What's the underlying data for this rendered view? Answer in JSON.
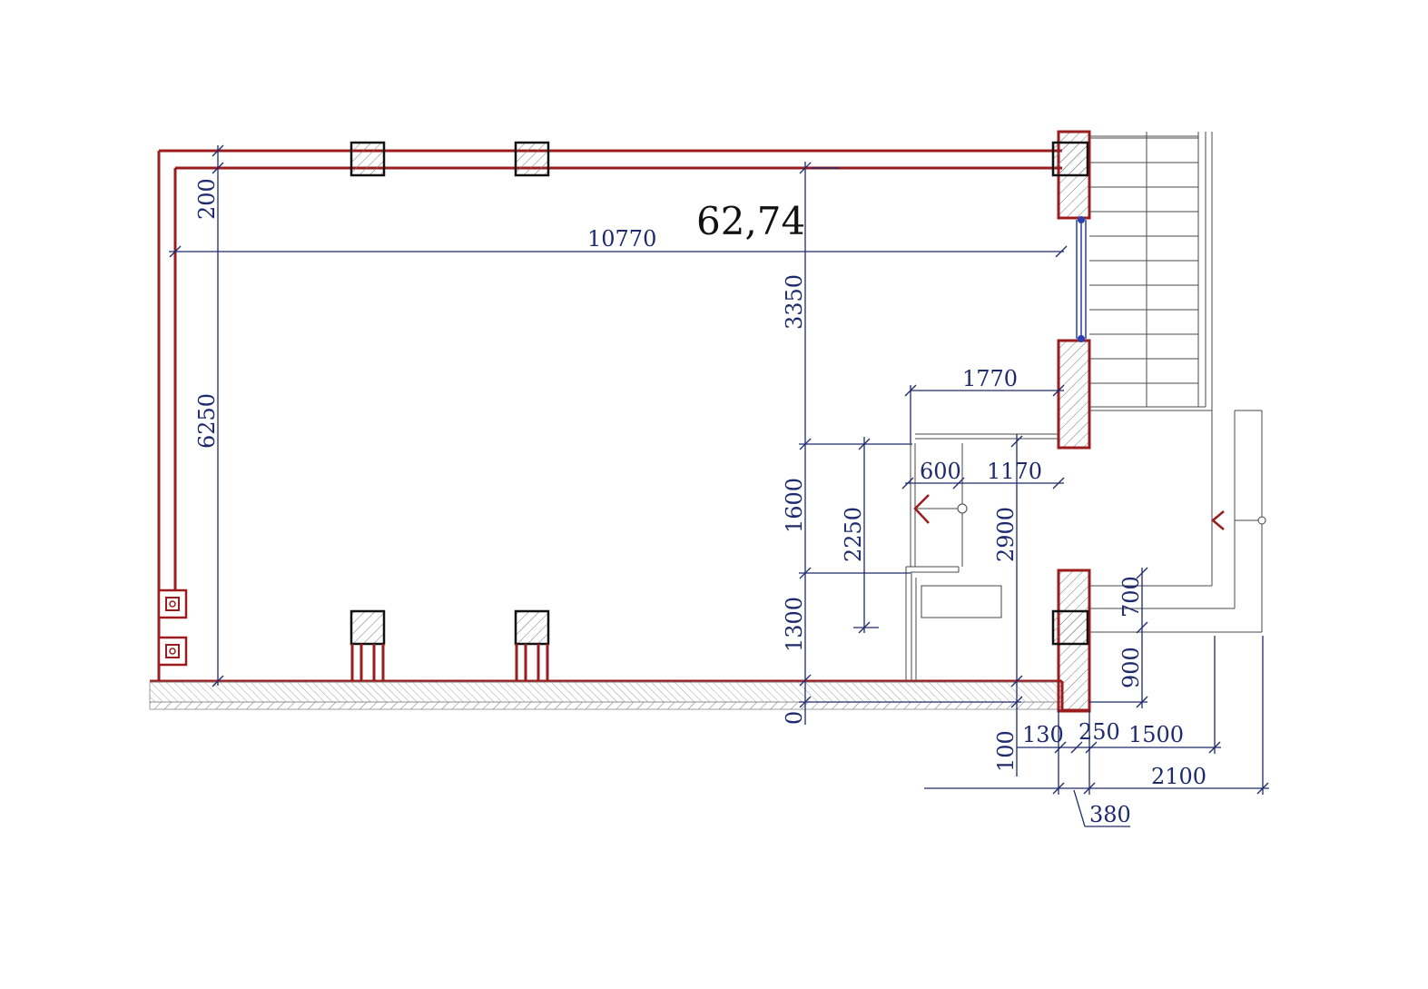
{
  "plan": {
    "area": "62,74",
    "colors": {
      "wall": "#9a1c1c",
      "dimension": "#1e2a6e",
      "hatch": "#777777",
      "window": "#2a3fb0"
    },
    "icons": [
      "section-arrow-icon",
      "vent-duct-icon"
    ],
    "dimensions": {
      "top_wall": "200",
      "room_height": "6250",
      "room_width": "10770",
      "upper_segment": "3350",
      "middle_segment": "1600",
      "lower_segment": "1300",
      "baseline_zero": "0",
      "bathroom_width": "1770",
      "door_offset": "600",
      "bathroom_inner": "1170",
      "bath_depth": "2250",
      "bath_height": "2900",
      "sill_gap": "100",
      "wall_130": "130",
      "wall_250": "250",
      "balcony_1500": "1500",
      "balcony_2100": "2100",
      "wall_380": "380",
      "stair_700": "700",
      "stair_900": "900"
    }
  }
}
